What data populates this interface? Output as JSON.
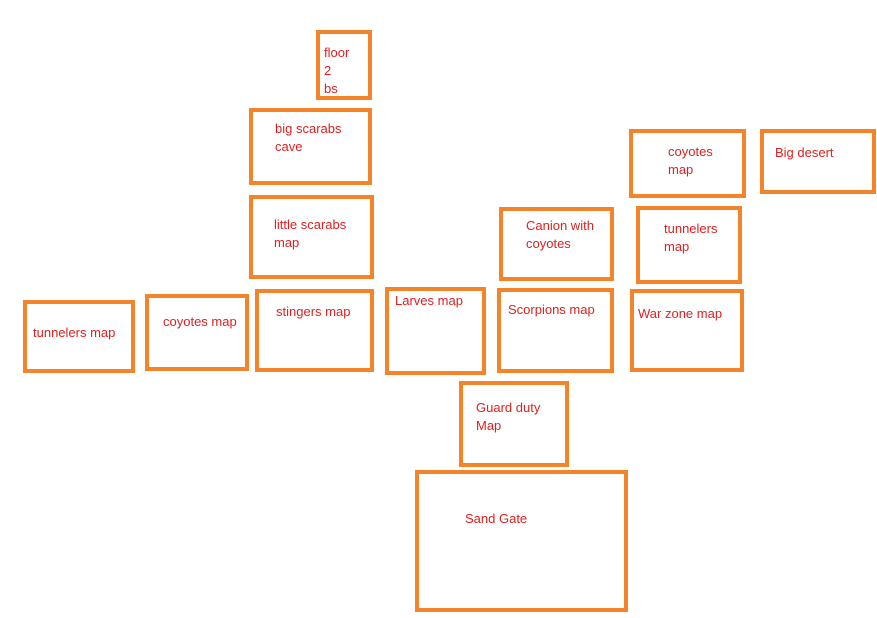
{
  "colors": {
    "box_border": "#f5832a",
    "label_text": "#e02020",
    "background": "#ffffff"
  },
  "rooms": {
    "floor_2_bs": "floor\n2\nbs",
    "big_scarabs_cave": "big scarabs\ncave",
    "little_scarabs_map": "little scarabs\nmap",
    "coyotes_map_right": "coyotes\nmap",
    "big_desert": "Big desert",
    "canion_with_coyotes": "Canion with\ncoyotes",
    "tunnelers_map_right": "tunnelers\nmap",
    "tunnelers_map_left": "tunnelers map",
    "coyotes_map_left": "coyotes map",
    "stingers_map": "stingers map",
    "larves_map": "Larves map",
    "scorpions_map": "Scorpions map",
    "war_zone_map": "War zone map",
    "guard_duty_map": "Guard duty\nMap",
    "sand_gate": "Sand Gate"
  }
}
